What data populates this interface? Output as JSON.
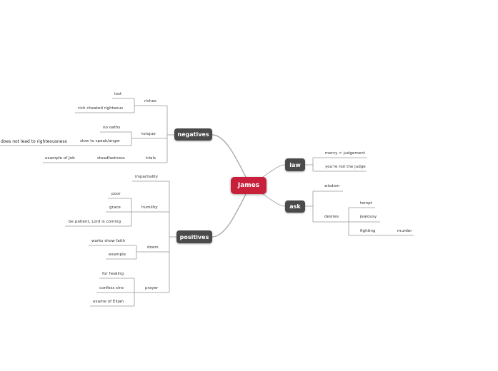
{
  "root": {
    "label": "James",
    "color": "#c8203a"
  },
  "negatives": {
    "label": "negatives",
    "riches": {
      "label": "riches",
      "children": [
        "lost",
        "rich cheated righteous"
      ]
    },
    "tongue": {
      "label": "tongue",
      "children": [
        "no oaths",
        "slow to speak/anger"
      ],
      "sub": "does not lead to righteousness"
    },
    "trials": {
      "label": "trials",
      "child": "steadfastness",
      "sub": "example of Job"
    }
  },
  "positives": {
    "label": "positives",
    "impartiality": {
      "label": "impartiality"
    },
    "humility": {
      "label": "humility",
      "children": [
        "poor",
        "grace",
        "be patient, Lord is coming"
      ]
    },
    "doers": {
      "label": "doers",
      "children": [
        "works show faith",
        "example"
      ]
    },
    "prayer": {
      "label": "prayer",
      "children": [
        "for healing",
        "confess sins",
        "exame of Elijah"
      ]
    }
  },
  "law": {
    "label": "law",
    "children": [
      "mercy > judgement",
      "you're not the judge"
    ]
  },
  "ask": {
    "label": "ask",
    "wisdom": "wisdom",
    "desires": {
      "label": "desires",
      "children": [
        "tempt",
        "jealousy",
        "fighting"
      ],
      "sub": "murder"
    }
  }
}
